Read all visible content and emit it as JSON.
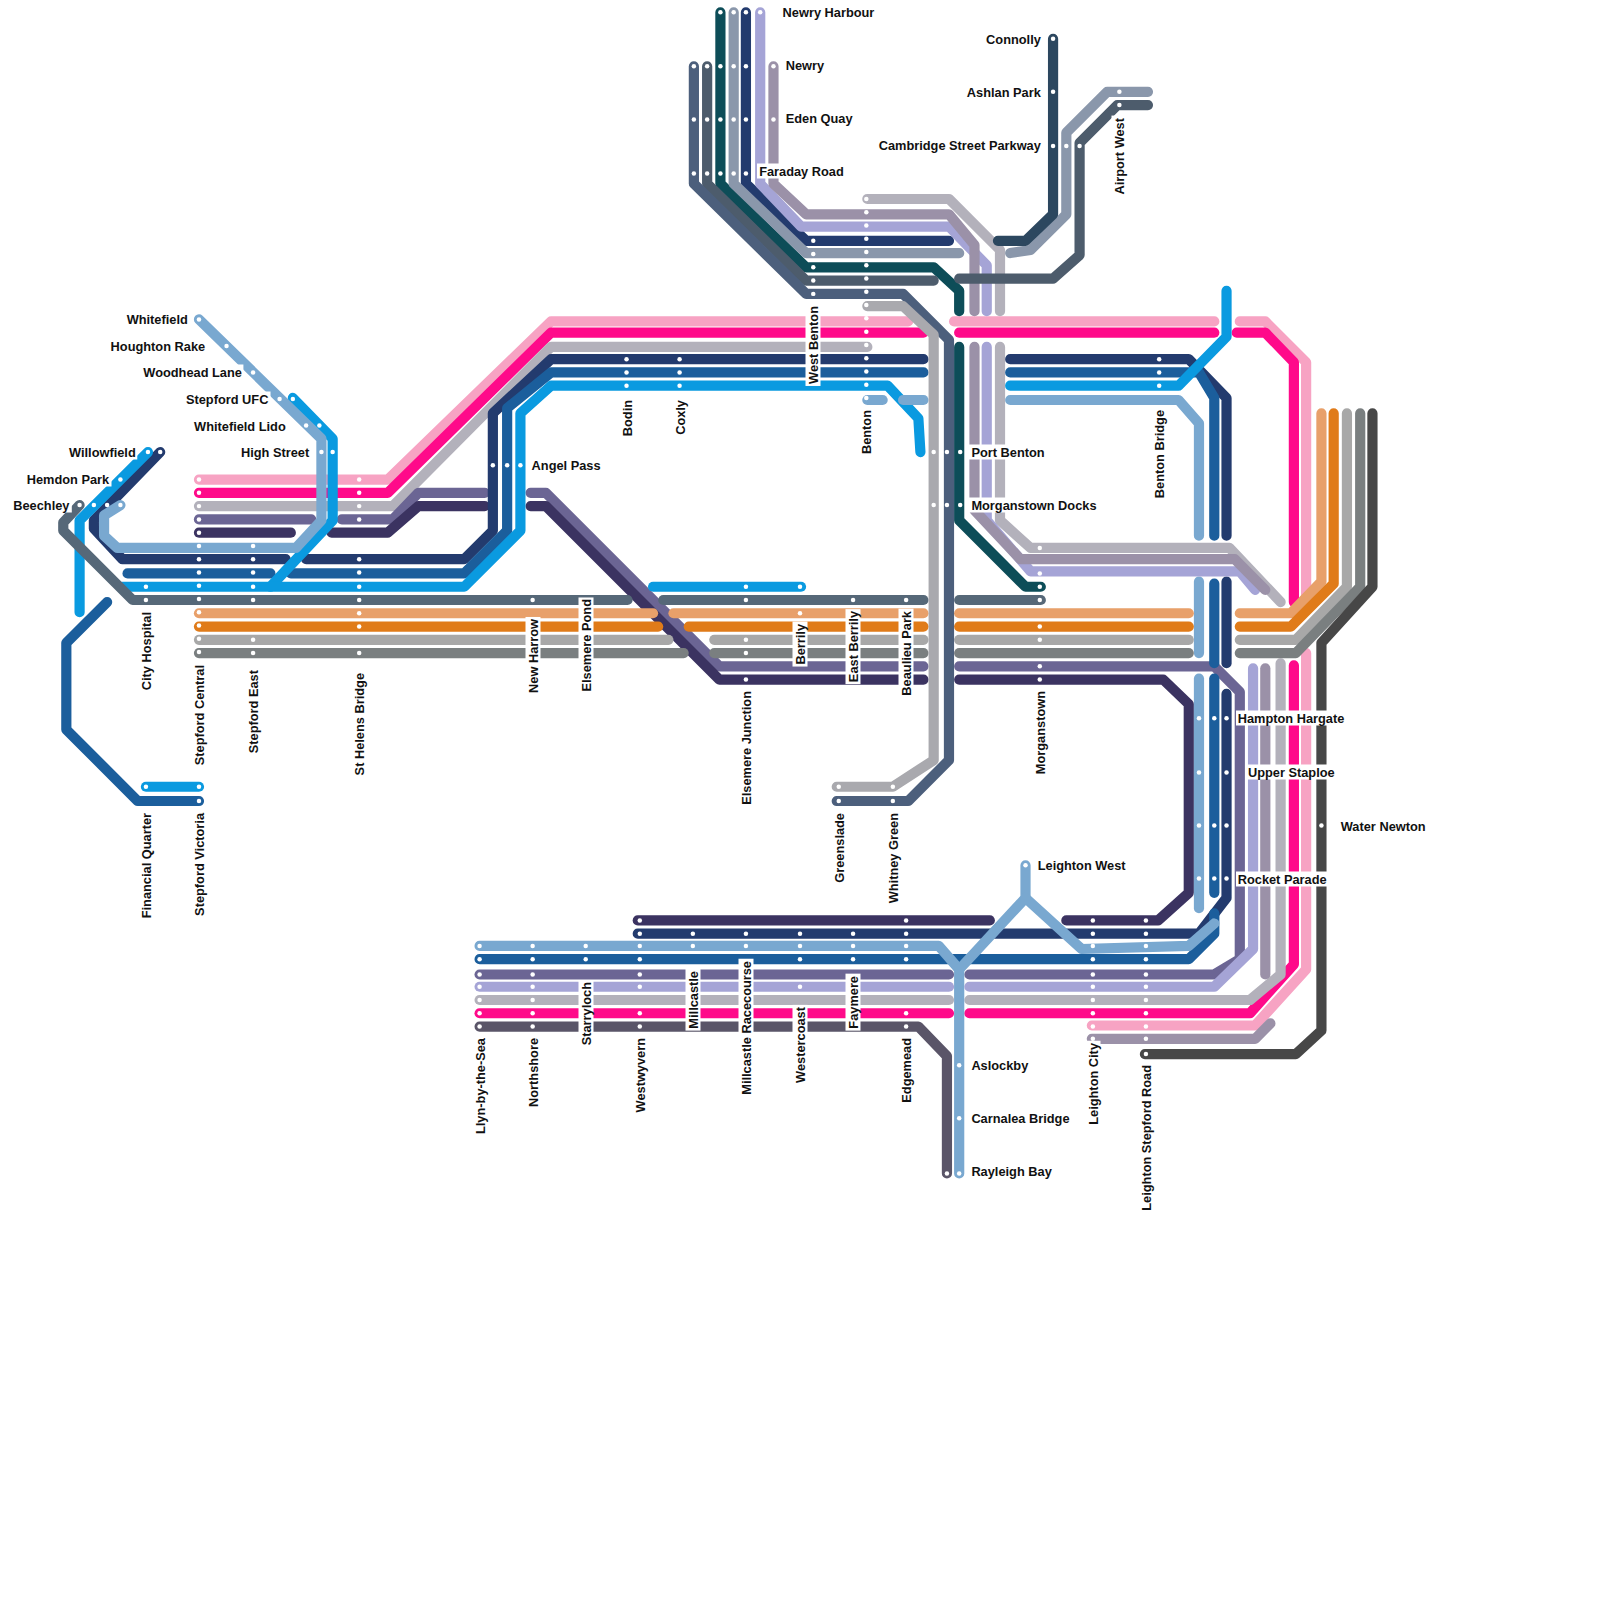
{
  "diagram": {
    "labels": [
      "Newry Harbour",
      "Newry",
      "Eden Quay",
      "Faraday Road",
      "Connolly",
      "Ashlan Park",
      "Cambridge Street Parkway",
      "Airport West",
      "Whitefield",
      "Houghton Rake",
      "Woodhead Lane",
      "Stepford UFC",
      "Whitefield Lido",
      "High Street",
      "Willowfield",
      "Hemdon Park",
      "Beechley",
      "Angel Pass",
      "Port Benton",
      "Morganstown Docks",
      "Hampton Hargate",
      "Upper Staploe",
      "Water Newton",
      "Rocket Parade",
      "Leighton West",
      "Aslockby",
      "Carnalea Bridge",
      "Rayleigh Bay",
      "West Benton",
      "Benton",
      "Bodin",
      "Coxly",
      "Benton Bridge",
      "City Hospital",
      "Stepford Central",
      "Stepford East",
      "St Helens Bridge",
      "New Harrow",
      "Elsemere Pond",
      "Elsemere Junction",
      "Berrily",
      "East Berrily",
      "Beaulieu Park",
      "Morganstown",
      "Greenslade",
      "Whitney Green",
      "Financial Quarter",
      "Stepford Victoria",
      "Llyn-by-the-Sea",
      "Northshore",
      "Starryloch",
      "Westwyvern",
      "Millcastle",
      "Millcastle Racecourse",
      "Westercoast",
      "Faymere",
      "Edgemead",
      "Leighton City",
      "Leighton Stepford Road"
    ]
  }
}
